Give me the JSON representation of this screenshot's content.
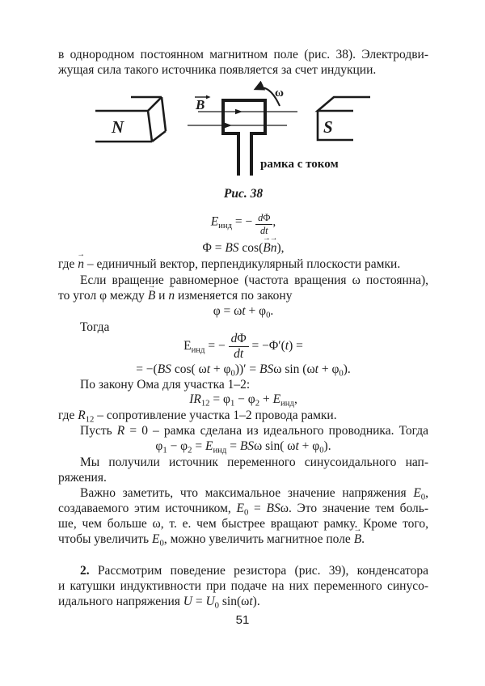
{
  "colors": {
    "ink": "#1b1b1b",
    "background": "#ffffff"
  },
  "page": {
    "number": "51"
  },
  "figure": {
    "n_label": "N",
    "s_label": "S",
    "b_label": "B",
    "omega_label": "ω",
    "frame_label": "рамка с током",
    "caption": "Рис. 38"
  },
  "content": {
    "intro1": [
      {
        "t": "в однородном постоянном магнитном поле (рис. 38). Электродви-"
      }
    ],
    "intro2": [
      {
        "t": "жущая сила такого источника появляется за счет индукции."
      }
    ],
    "f1": [
      {
        "t": "E",
        "i": true
      },
      {
        "t": "инд",
        "sub": true
      },
      {
        "t": " = − "
      },
      {
        "frac": {
          "small": true,
          "num": [
            {
              "t": "d",
              "i": true
            },
            {
              "t": "Φ"
            }
          ],
          "den": [
            {
              "t": "d",
              "i": true
            },
            {
              "t": "t",
              "i": true
            }
          ]
        }
      },
      {
        "t": ","
      }
    ],
    "f2": [
      {
        "t": "Φ = "
      },
      {
        "t": "BS",
        "i": true
      },
      {
        "t": " cos("
      },
      {
        "t": "B",
        "vec": true
      },
      {
        "t": "n",
        "vec": true
      },
      {
        "t": "),"
      }
    ],
    "where_n": [
      {
        "t": "где "
      },
      {
        "t": "n",
        "vec": true
      },
      {
        "t": " – единичный вектор, перпендикулярный плоскости рамки."
      }
    ],
    "esli": [
      {
        "t": "Если вращение равномерное (частота вращения ω постоянна),"
      }
    ],
    "to_ugol": [
      {
        "t": "то угол φ между "
      },
      {
        "t": "B",
        "vec": true
      },
      {
        "t": " и "
      },
      {
        "t": "n",
        "vec": true
      },
      {
        "t": " изменяется по закону"
      }
    ],
    "phi_law": [
      {
        "t": "φ = ω"
      },
      {
        "t": "t",
        "i": true
      },
      {
        "t": " + φ"
      },
      {
        "t": "0",
        "sub": true
      },
      {
        "t": "."
      }
    ],
    "togda": [
      {
        "t": "Тогда"
      }
    ],
    "f3": [
      {
        "t": "Е"
      },
      {
        "t": "инд",
        "sub": true
      },
      {
        "t": " = − "
      },
      {
        "frac": {
          "num": [
            {
              "t": "d",
              "i": true
            },
            {
              "t": "Φ"
            }
          ],
          "den": [
            {
              "t": "d",
              "i": true
            },
            {
              "t": "t",
              "i": true
            }
          ]
        }
      },
      {
        "t": " = −Φ′("
      },
      {
        "t": "t",
        "i": true
      },
      {
        "t": ") ="
      }
    ],
    "f4": [
      {
        "t": "= −("
      },
      {
        "t": "BS",
        "i": true
      },
      {
        "t": " cos( ω"
      },
      {
        "t": "t",
        "i": true
      },
      {
        "t": " + φ"
      },
      {
        "t": "0",
        "sub": true
      },
      {
        "t": "))′ = "
      },
      {
        "t": "BS",
        "i": true
      },
      {
        "t": "ω sin (ω"
      },
      {
        "t": "t",
        "i": true
      },
      {
        "t": " + φ"
      },
      {
        "t": "0",
        "sub": true
      },
      {
        "t": ")."
      }
    ],
    "po_zakonu": [
      {
        "t": "По закону Ома для участка 1–2:"
      }
    ],
    "f5": [
      {
        "t": "IR",
        "i": true
      },
      {
        "t": "12",
        "sub": true
      },
      {
        "t": " = φ"
      },
      {
        "t": "1",
        "sub": true
      },
      {
        "t": " − φ"
      },
      {
        "t": "2",
        "sub": true
      },
      {
        "t": " + "
      },
      {
        "t": "E",
        "i": true
      },
      {
        "t": "инд",
        "sub": true
      },
      {
        "t": ","
      }
    ],
    "where_r": [
      {
        "t": "где "
      },
      {
        "t": "R",
        "i": true
      },
      {
        "t": "12",
        "sub": true
      },
      {
        "t": " – сопротивление участка 1–2 провода рамки."
      }
    ],
    "pust": [
      {
        "t": "Пусть "
      },
      {
        "t": "R",
        "i": true
      },
      {
        "t": " = 0 – рамка сделана из идеального проводника. Тогда"
      }
    ],
    "f6": [
      {
        "t": "φ"
      },
      {
        "t": "1",
        "sub": true
      },
      {
        "t": " − φ"
      },
      {
        "t": "2",
        "sub": true
      },
      {
        "t": " = "
      },
      {
        "t": "E",
        "i": true
      },
      {
        "t": "инд",
        "sub": true
      },
      {
        "t": " = "
      },
      {
        "t": "BS",
        "i": true
      },
      {
        "t": "ω sin( ω"
      },
      {
        "t": "t",
        "i": true
      },
      {
        "t": " + φ"
      },
      {
        "t": "0",
        "sub": true
      },
      {
        "t": ")."
      }
    ],
    "my1": [
      {
        "t": "Мы получили источник переменного синусоидального нап-"
      }
    ],
    "my2": [
      {
        "t": "ряжения."
      }
    ],
    "vazhno1": [
      {
        "t": "Важно заметить, что максимальное значение напряжения "
      },
      {
        "t": "E",
        "i": true
      },
      {
        "t": "0",
        "sub": true
      },
      {
        "t": ","
      }
    ],
    "vazhno2": [
      {
        "t": "создаваемого этим источником, "
      },
      {
        "t": "E",
        "i": true
      },
      {
        "t": "0",
        "sub": true
      },
      {
        "t": " = "
      },
      {
        "t": "BS",
        "i": true
      },
      {
        "t": "ω. Это значение тем боль-"
      }
    ],
    "vazhno3": [
      {
        "t": "ше, чем больше ω, т. е. чем быстрее вращают рамку. Кроме того,"
      }
    ],
    "vazhno4": [
      {
        "t": "чтобы увеличить "
      },
      {
        "t": "E",
        "i": true
      },
      {
        "t": "0",
        "sub": true
      },
      {
        "t": ", можно увеличить магнитное поле "
      },
      {
        "t": "B",
        "vec": true
      },
      {
        "t": "."
      }
    ],
    "p2_1": [
      {
        "t": "2.",
        "b": true
      },
      {
        "t": " Рассмотрим поведение резистора (рис. 39), конденсатора"
      }
    ],
    "p2_2": [
      {
        "t": "и катушки индуктивности при подаче на них переменного синусо-"
      }
    ],
    "p2_3": [
      {
        "t": "идального напряжения "
      },
      {
        "t": "U",
        "i": true
      },
      {
        "t": " = "
      },
      {
        "t": "U",
        "i": true
      },
      {
        "t": "0",
        "sub": true
      },
      {
        "t": " sin(ω"
      },
      {
        "t": "t",
        "i": true
      },
      {
        "t": ")."
      }
    ]
  }
}
